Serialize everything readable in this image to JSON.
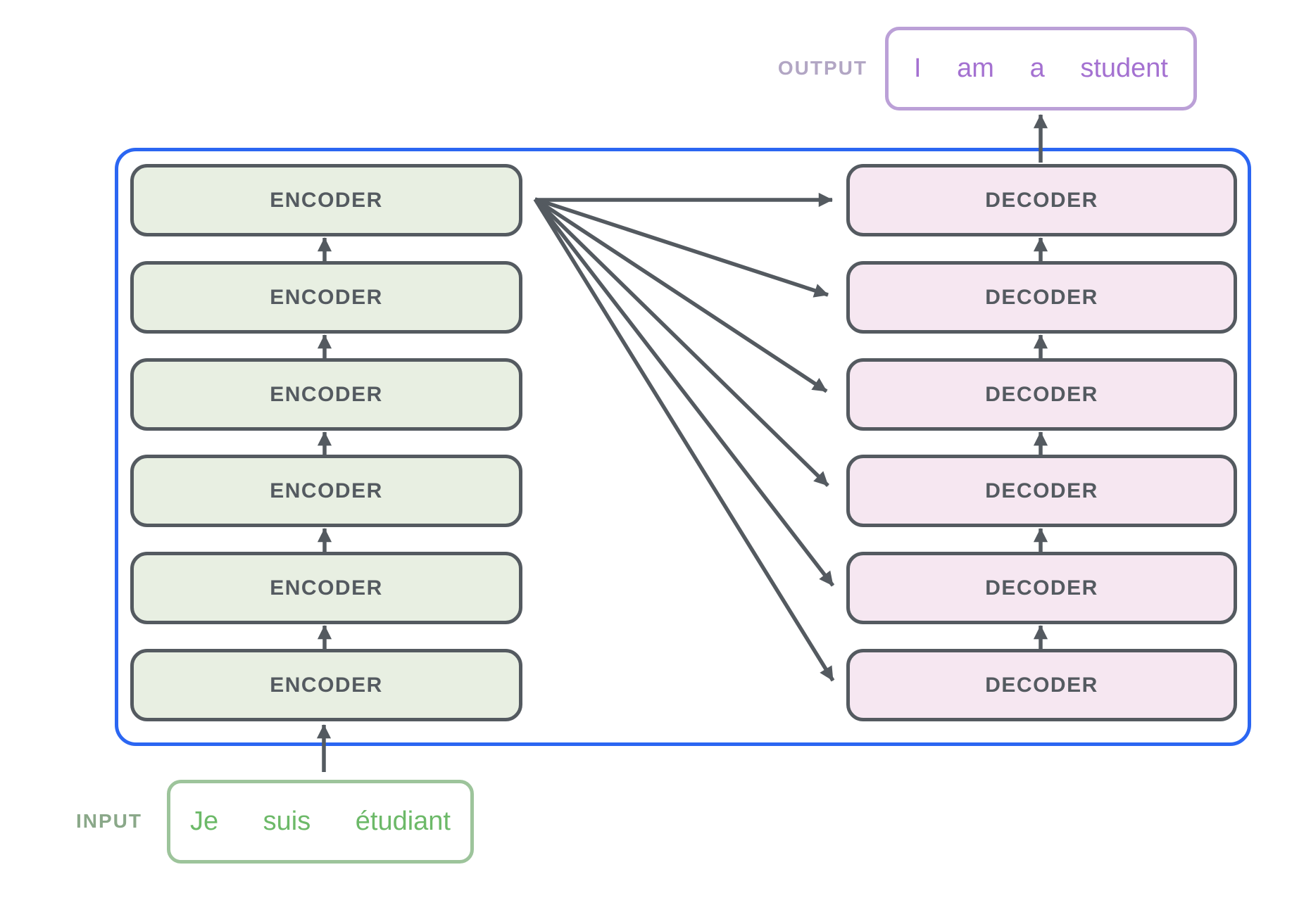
{
  "output": {
    "label": "OUTPUT",
    "words": [
      "I",
      "am",
      "a",
      "student"
    ]
  },
  "input": {
    "label": "INPUT",
    "words": [
      "Je",
      "suis",
      "étudiant"
    ]
  },
  "encoders": [
    {
      "label": "ENCODER"
    },
    {
      "label": "ENCODER"
    },
    {
      "label": "ENCODER"
    },
    {
      "label": "ENCODER"
    },
    {
      "label": "ENCODER"
    },
    {
      "label": "ENCODER"
    }
  ],
  "decoders": [
    {
      "label": "DECODER"
    },
    {
      "label": "DECODER"
    },
    {
      "label": "DECODER"
    },
    {
      "label": "DECODER"
    },
    {
      "label": "DECODER"
    },
    {
      "label": "DECODER"
    }
  ],
  "colors": {
    "container_border": "#2b66f2",
    "box_border": "#545a60",
    "arrow": "#545a60",
    "encoder_fill": "#e8efe2",
    "decoder_fill": "#f6e7f1",
    "input_border": "#9dc49b",
    "input_text": "#6cb968",
    "input_label": "#8aa889",
    "output_border": "#bba0d7",
    "output_text": "#a471d1",
    "output_label": "#b2a6c4",
    "background": "#ffffff"
  }
}
